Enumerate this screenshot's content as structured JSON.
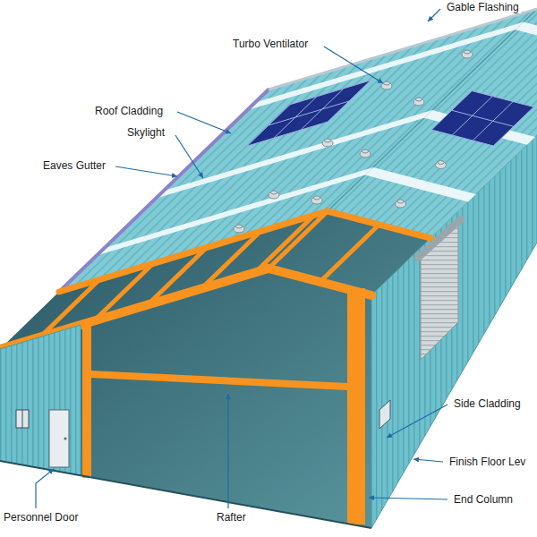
{
  "diagram": {
    "labels": [
      "Gable Flashing",
      "Turbo Ventilator",
      "Roof Cladding",
      "Skylight",
      "Eaves Gutter",
      "Side Cladding",
      "Finish Floor Lev",
      "Personnel Door",
      "Rafter",
      "End Column"
    ]
  }
}
